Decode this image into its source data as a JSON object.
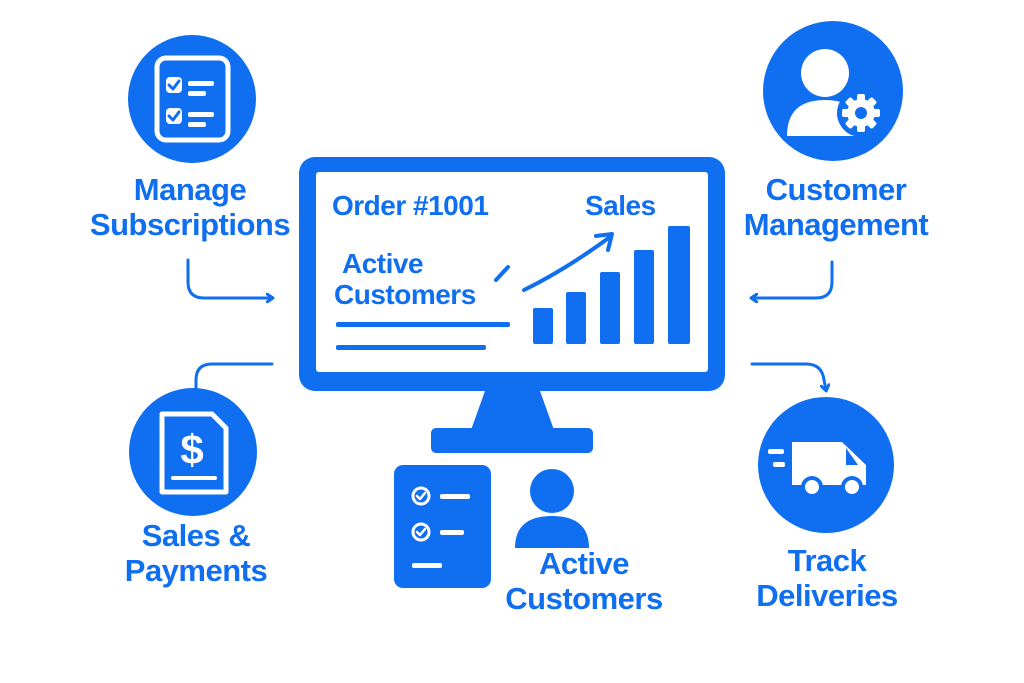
{
  "colors": {
    "accent": "#0f6ff0",
    "white": "#ffffff"
  },
  "nodes": {
    "manage_subscriptions": {
      "line1": "Manage",
      "line2": "Subscriptions",
      "icon": "checklist-icon"
    },
    "customer_management": {
      "line1": "Customer",
      "line2": "Management",
      "icon": "user-gear-icon"
    },
    "sales_payments": {
      "line1": "Sales &",
      "line2": "Payments",
      "icon": "dollar-document-icon"
    },
    "track_deliveries": {
      "line1": "Track",
      "line2": "Deliveries",
      "icon": "delivery-truck-icon"
    },
    "active_customers": {
      "line1": "Active",
      "line2": "Customers",
      "icon": "user-icon"
    }
  },
  "screen": {
    "order": "Order #1001",
    "sales": "Sales",
    "active_line1": "Active",
    "active_line2": "Customers"
  }
}
